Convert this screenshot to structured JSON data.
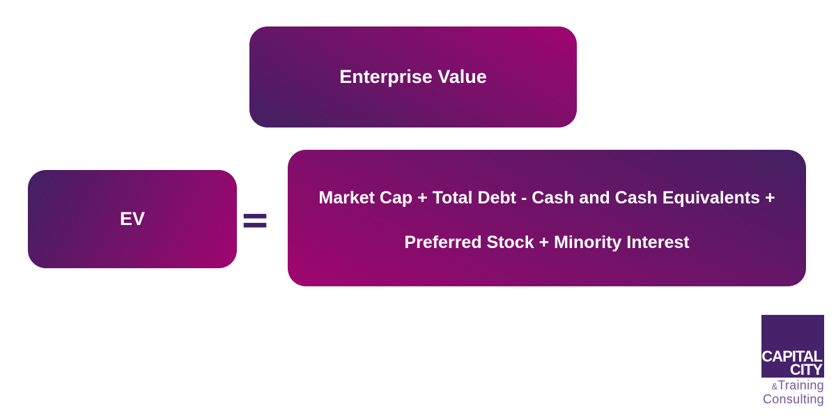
{
  "diagram": {
    "header": {
      "label": "Enterprise Value"
    },
    "equation": {
      "lhs": "EV",
      "operator": "=",
      "rhs": {
        "line1": "Market Cap + Total Debt - Cash and Cash Equivalents +",
        "line2": "Preferred Stock + Minority Interest"
      }
    }
  },
  "logo": {
    "top": "CAPITAL",
    "bottom": "CITY",
    "ampersand": "&",
    "training": "Training",
    "consulting": "Consulting"
  },
  "colors": {
    "magenta": "#a00570",
    "dark-purple": "#432061",
    "equals-purple": "#3f2166",
    "logo-purple": "#46226a",
    "logo-subtext": "#75589f"
  }
}
